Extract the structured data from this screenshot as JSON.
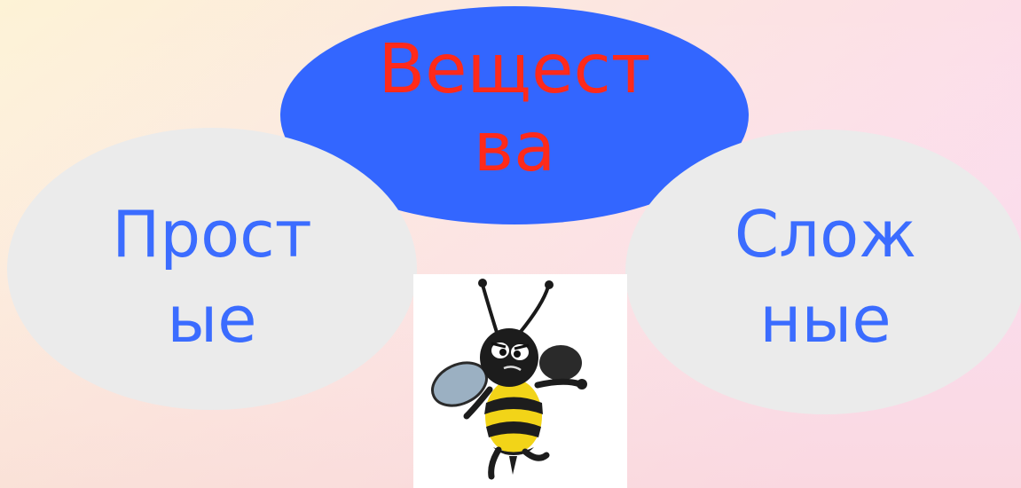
{
  "colors": {
    "background_top_left": "#fdf3d6",
    "background_top_right": "#fbd8ee",
    "background_bottom_left": "#fde7d0",
    "background_bottom_right": "#f6d6e8",
    "center_ellipse_fill": "#3366ff",
    "center_text": "#ff2a1a",
    "side_ellipse_fill": "#ebebeb",
    "side_text": "#3b6cff",
    "image_background": "#ffffff"
  },
  "diagram": {
    "center": {
      "lines": [
        "Вещест",
        "ва"
      ]
    },
    "left": {
      "lines": [
        "Прост",
        "ые"
      ]
    },
    "right": {
      "lines": [
        "Слож",
        "ные"
      ]
    }
  },
  "image": {
    "icon": "bee-icon"
  }
}
